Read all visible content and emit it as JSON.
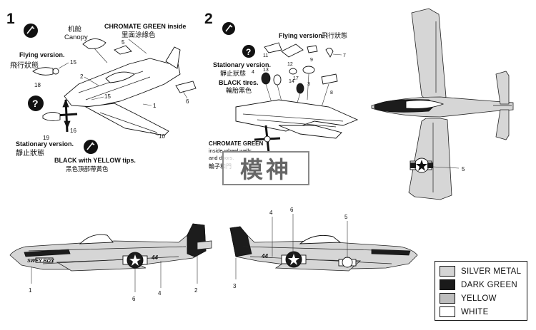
{
  "steps": {
    "step1": "1",
    "step2": "2"
  },
  "step1": {
    "canopy_zh": "机舱",
    "canopy_en": "Canopy",
    "chromate_inside": "CHROMATE GREEN inside",
    "chromate_inside_zh": "里面涂綠色",
    "flying_version": "Flying version.",
    "flying_version_zh": "飛行狀態",
    "stationary_version": "Stationary version.",
    "stationary_version_zh": "靜止狀態",
    "black_yellow_tips": "BLACK with YELLOW tips.",
    "black_yellow_tips_zh": "黑色頂部帶黃色",
    "parts": [
      "5",
      "2",
      "15",
      "15",
      "18",
      "1",
      "6",
      "10",
      "19",
      "16"
    ]
  },
  "step2": {
    "flying_version": "Flying version.",
    "flying_version_zh": "飛行狀態",
    "stationary_version": "Stationary version.",
    "stationary_version_zh": "靜止狀態",
    "black_tires": "BLACK tires.",
    "black_tires_zh": "輪胎黑色",
    "chromate_wheel": "CHROMATE GREEN",
    "chromate_wheel2": "inside wheel wells",
    "chromate_wheel3": "and doors.",
    "chromate_wheel_zh": "輪子和門",
    "parts": [
      "11",
      "12",
      "9",
      "7",
      "4",
      "13",
      "17",
      "14",
      "3",
      "8"
    ]
  },
  "topview": {
    "callout": "5"
  },
  "sideviews": {
    "left_callouts": [
      "1",
      "6",
      "4",
      "2"
    ],
    "right_callouts": [
      "4",
      "6",
      "5",
      "3"
    ],
    "nose_art": "SWEY BOY",
    "code": "44"
  },
  "legend": [
    {
      "name": "SILVER METAL",
      "color": "#d4d4d4"
    },
    {
      "name": "DARK GREEN",
      "color": "#1a1a1a"
    },
    {
      "name": "YELLOW",
      "color": "#bdbdbd"
    },
    {
      "name": "WHITE",
      "color": "#ffffff"
    }
  ],
  "watermark": "模神"
}
